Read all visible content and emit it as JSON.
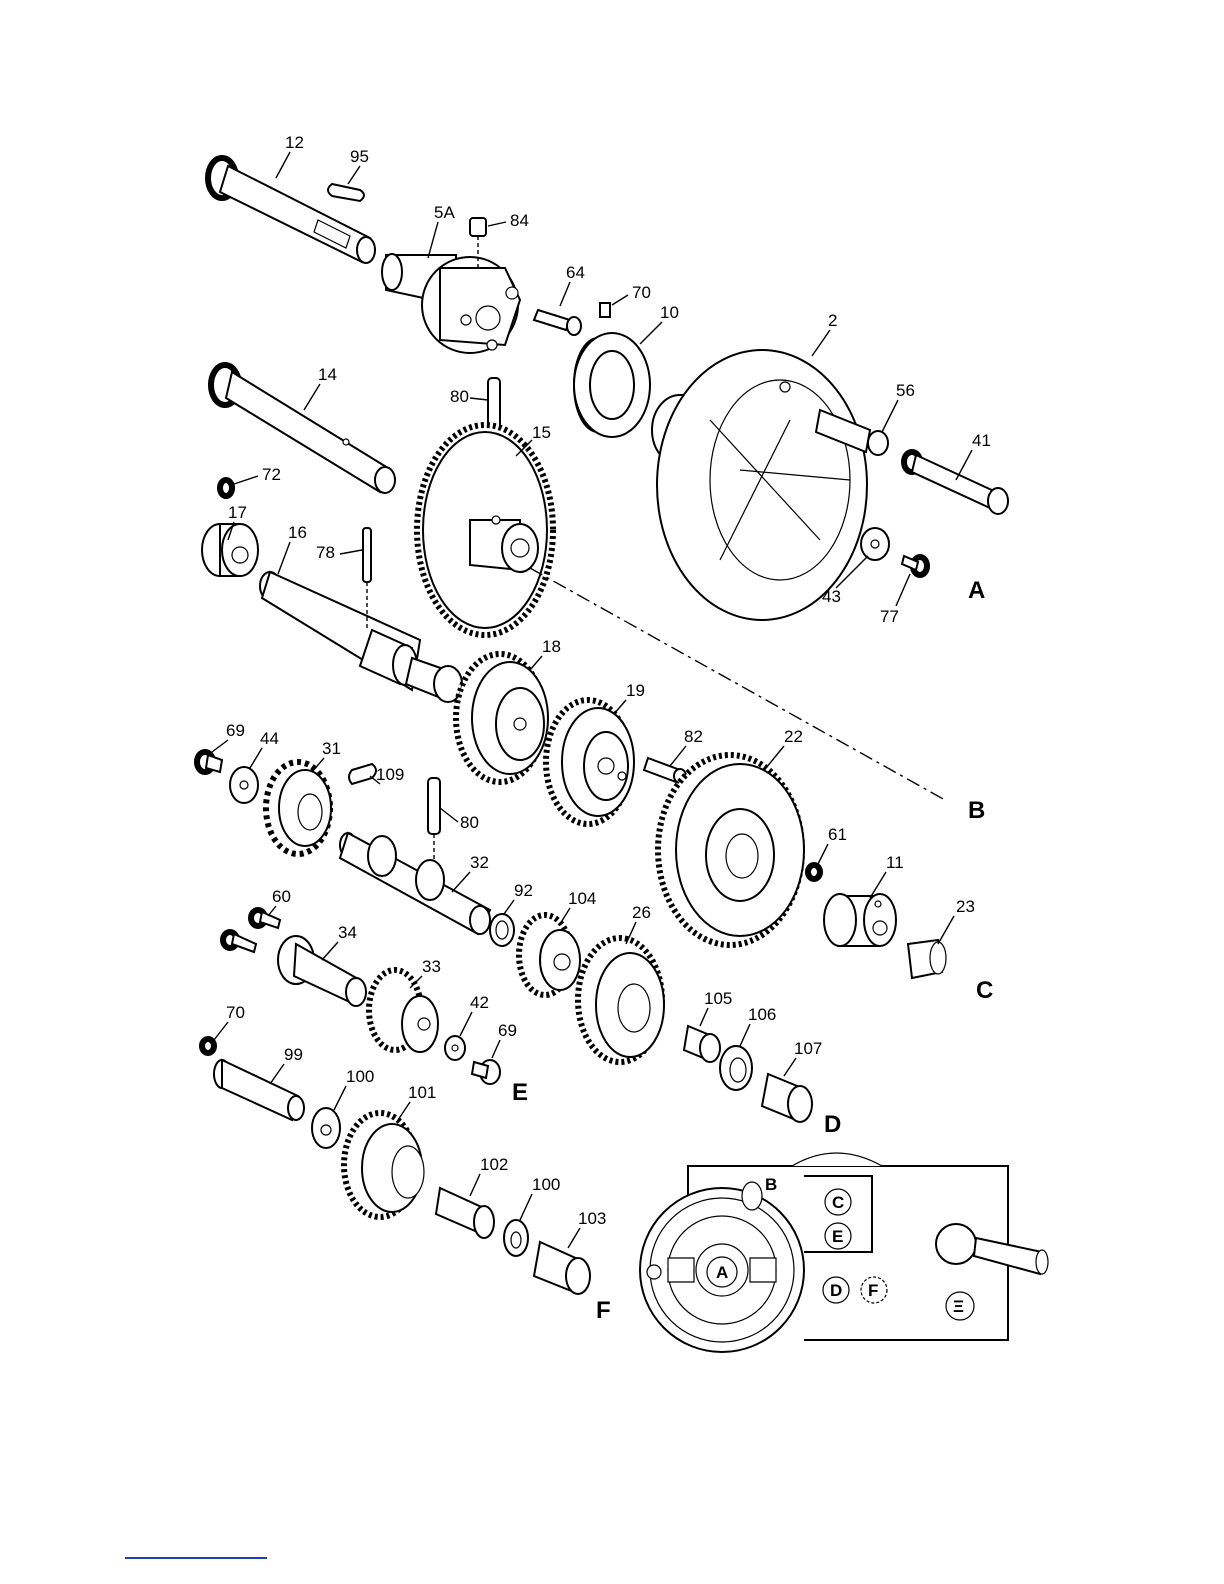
{
  "diagram": {
    "part_numbers": {
      "p12": "12",
      "p95": "95",
      "p5a": "5A",
      "p84": "84",
      "p64": "64",
      "p70a": "70",
      "p10": "10",
      "p2": "2",
      "p14": "14",
      "p80a": "80",
      "p15": "15",
      "p56": "56",
      "p41": "41",
      "p72": "72",
      "p17": "17",
      "p16": "16",
      "p78": "78",
      "p43": "43",
      "p77": "77",
      "p18": "18",
      "p19": "19",
      "p82": "82",
      "p22": "22",
      "p69a": "69",
      "p44": "44",
      "p31": "31",
      "p109": "109",
      "p80b": "80",
      "p32": "32",
      "p61": "61",
      "p11": "11",
      "p23": "23",
      "p60": "60",
      "p34": "34",
      "p92": "92",
      "p104": "104",
      "p26": "26",
      "p33": "33",
      "p42": "42",
      "p69b": "69",
      "p105": "105",
      "p106": "106",
      "p107": "107",
      "p70b": "70",
      "p99": "99",
      "p100a": "100",
      "p101": "101",
      "p102": "102",
      "p100b": "100",
      "p103": "103"
    },
    "group_labels": {
      "a": "A",
      "b": "B",
      "c": "C",
      "d": "D",
      "e": "E",
      "f": "F"
    },
    "inset": {
      "b": "B",
      "c": "C",
      "e": "E",
      "d": "D",
      "f": "F",
      "a": "A",
      "knob": "Ξ"
    }
  },
  "colors": {
    "line": "#000000",
    "background": "#ffffff",
    "footer_rule": "#1e3fae"
  }
}
